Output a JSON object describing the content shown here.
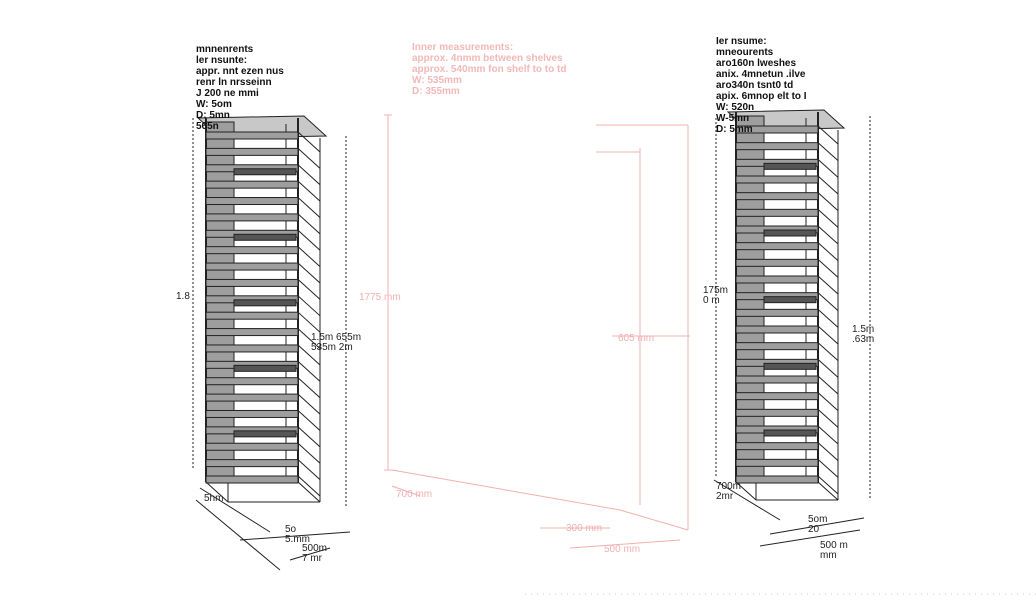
{
  "left_unit": {
    "note": "mnnenrents\nler nsunte:\nappr. nnt ezen nus\nrenr ln nrsseinn\nJ 200 ne mmi\nW: 5om\nD: 5mn\n565n",
    "dims": {
      "height_left": "1.8",
      "height_right": "1.5m 655m\n535m 2m",
      "bottom_left": "5hm",
      "depth": "5o\n5.mm",
      "width": "500m\n7 mr"
    }
  },
  "middle_unit": {
    "note": "Inner measurements:\napprox. 4nmm between shelves\napprox. 540mm fon shelf to to td\nW: 535mm\nD: 355mm",
    "dims": {
      "height": "1775 mm",
      "inner_height": "605 mm",
      "bottom_left": "700 mm",
      "depth": "300 mm",
      "width": "500 mm"
    }
  },
  "right_unit": {
    "note": "Ier nsume:\nmneourents\naro160n lweshes\nanix. 4mnetun .ilve\naro340n tsnt0 td\napix. 6mnop elt to I\nW: 520n\nW-5mn\nD: 5mm",
    "dims": {
      "height_left": "175m\n0 m",
      "height_right": "1.5m\n.63m",
      "bottom_left": "700m\n2mr",
      "depth": "5om\n20",
      "width": "500 m\nmm"
    }
  },
  "colors": {
    "ink": "#222222",
    "shade": "#9e9e9e",
    "shade_light": "#c8c8c8",
    "ghost": "#f2b0b0"
  }
}
